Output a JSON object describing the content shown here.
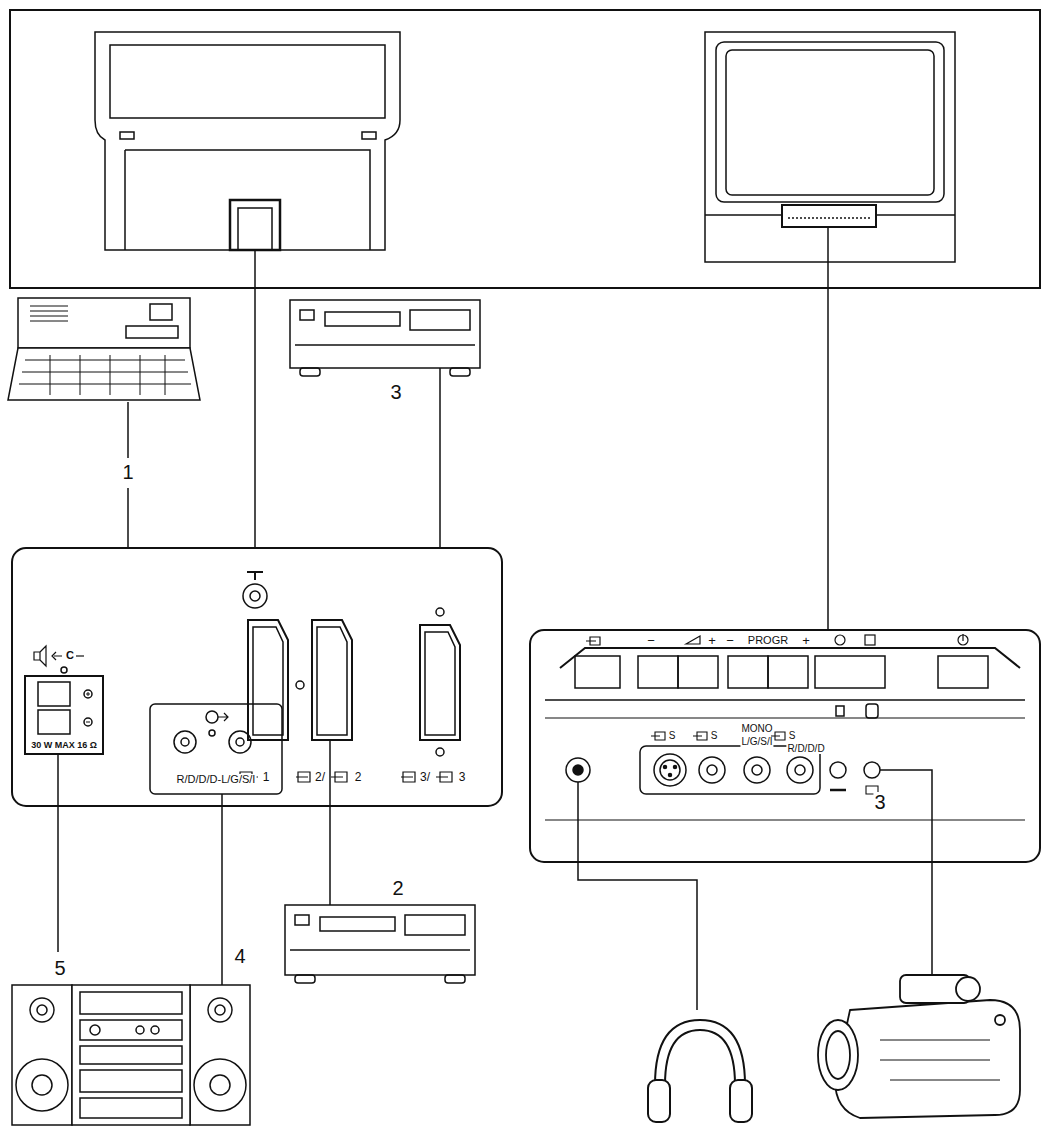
{
  "diagram": {
    "labels": [
      "1",
      "3",
      "2",
      "4",
      "5",
      "3",
      "R/D/D/D-L/G/S/I",
      "30 W MAX 16 Ω",
      "1",
      "2/",
      "2",
      "3/",
      "3",
      "C",
      "−",
      "+",
      "PROGR",
      "−",
      "+",
      "S",
      "S",
      "MONO",
      "L/G/S/I",
      "S",
      "R/D/D/D"
    ]
  }
}
